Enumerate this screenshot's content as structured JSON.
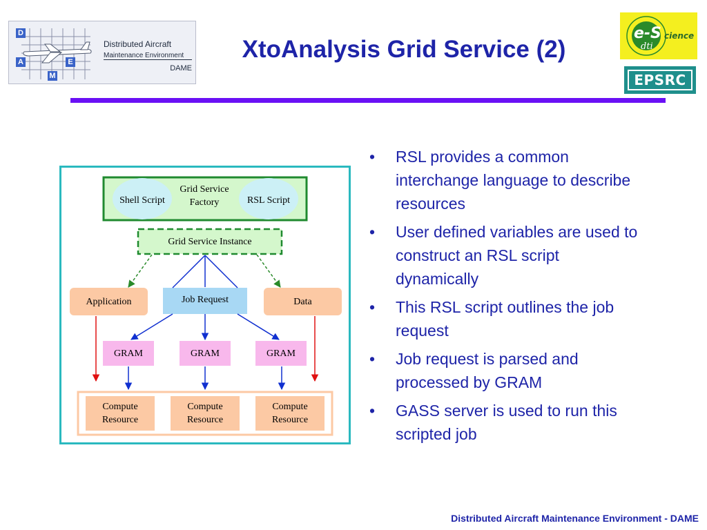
{
  "title": "XtoAnalysis Grid Service (2)",
  "dame_logo": {
    "letters": [
      "D",
      "A",
      "E",
      "M"
    ],
    "line1": "Distributed Aircraft",
    "line2": "Maintenance Environment",
    "line3": "DAME"
  },
  "logos": {
    "escience_main": "e-S",
    "escience_suffix": "cience",
    "escience_sub": "dti",
    "epsrc": "EPSRC"
  },
  "diagram": {
    "shell_script": "Shell Script",
    "factory": "Grid Service Factory",
    "rsl_script": "RSL Script",
    "instance": "Grid Service Instance",
    "application": "Application",
    "job_request": "Job Request",
    "data": "Data",
    "gram": [
      "GRAM",
      "GRAM",
      "GRAM"
    ],
    "compute": [
      "Compute Resource",
      "Compute Resource",
      "Compute Resource"
    ]
  },
  "bullets": [
    "RSL provides a common interchange language to describe resources",
    "User defined variables are used to construct an RSL script dynamically",
    "This RSL script outlines the job request",
    "Job request is parsed and processed by GRAM",
    "GASS server is used to run this scripted job"
  ],
  "bullet_symbol": "•",
  "footer": "Distributed Aircraft Maintenance Environment - DAME",
  "colors": {
    "title": "#1e24a8",
    "rule": "#6a10f5",
    "frame": "#2ab9bf",
    "factory_fill": "#d4f7cc",
    "factory_border": "#1f8a2f",
    "ellipse": "#ccf0f6",
    "job_request_fill": "#a8d8f4",
    "peach": "#fcc9a4",
    "gram_fill": "#f8b8ec",
    "arrow_blue": "#1030d0",
    "arrow_red": "#e01010",
    "arrow_green": "#2a8a2a"
  }
}
